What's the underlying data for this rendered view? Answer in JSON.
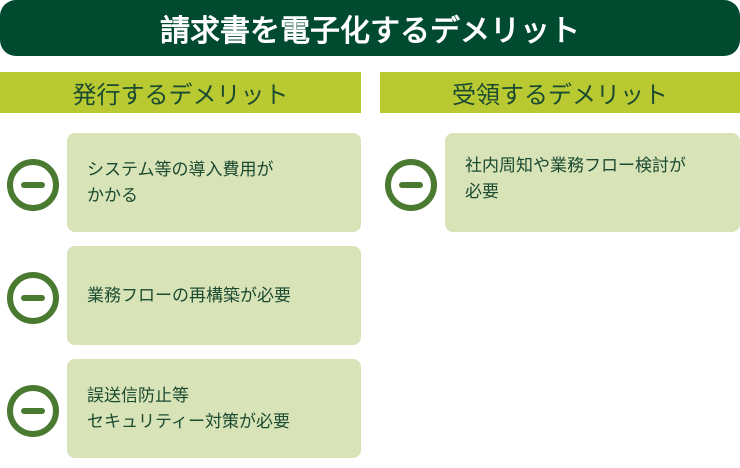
{
  "title": "請求書を電子化するデメリット",
  "columns": [
    {
      "heading": "発行するデメリット",
      "items": [
        "システム等の導入費用が\nかかる",
        "業務フローの再構築が必要",
        "誤送信防止等\nセキュリティー対策が必要"
      ]
    },
    {
      "heading": "受領するデメリット",
      "items": [
        "社内周知や業務フロー検討が\n必要"
      ]
    }
  ],
  "icons": {
    "item": "minus-circle-icon"
  },
  "colors": {
    "header": "#004a2f",
    "bar": "#b9c932",
    "box": "#d9e3b8",
    "icon": "#4a7a30"
  }
}
